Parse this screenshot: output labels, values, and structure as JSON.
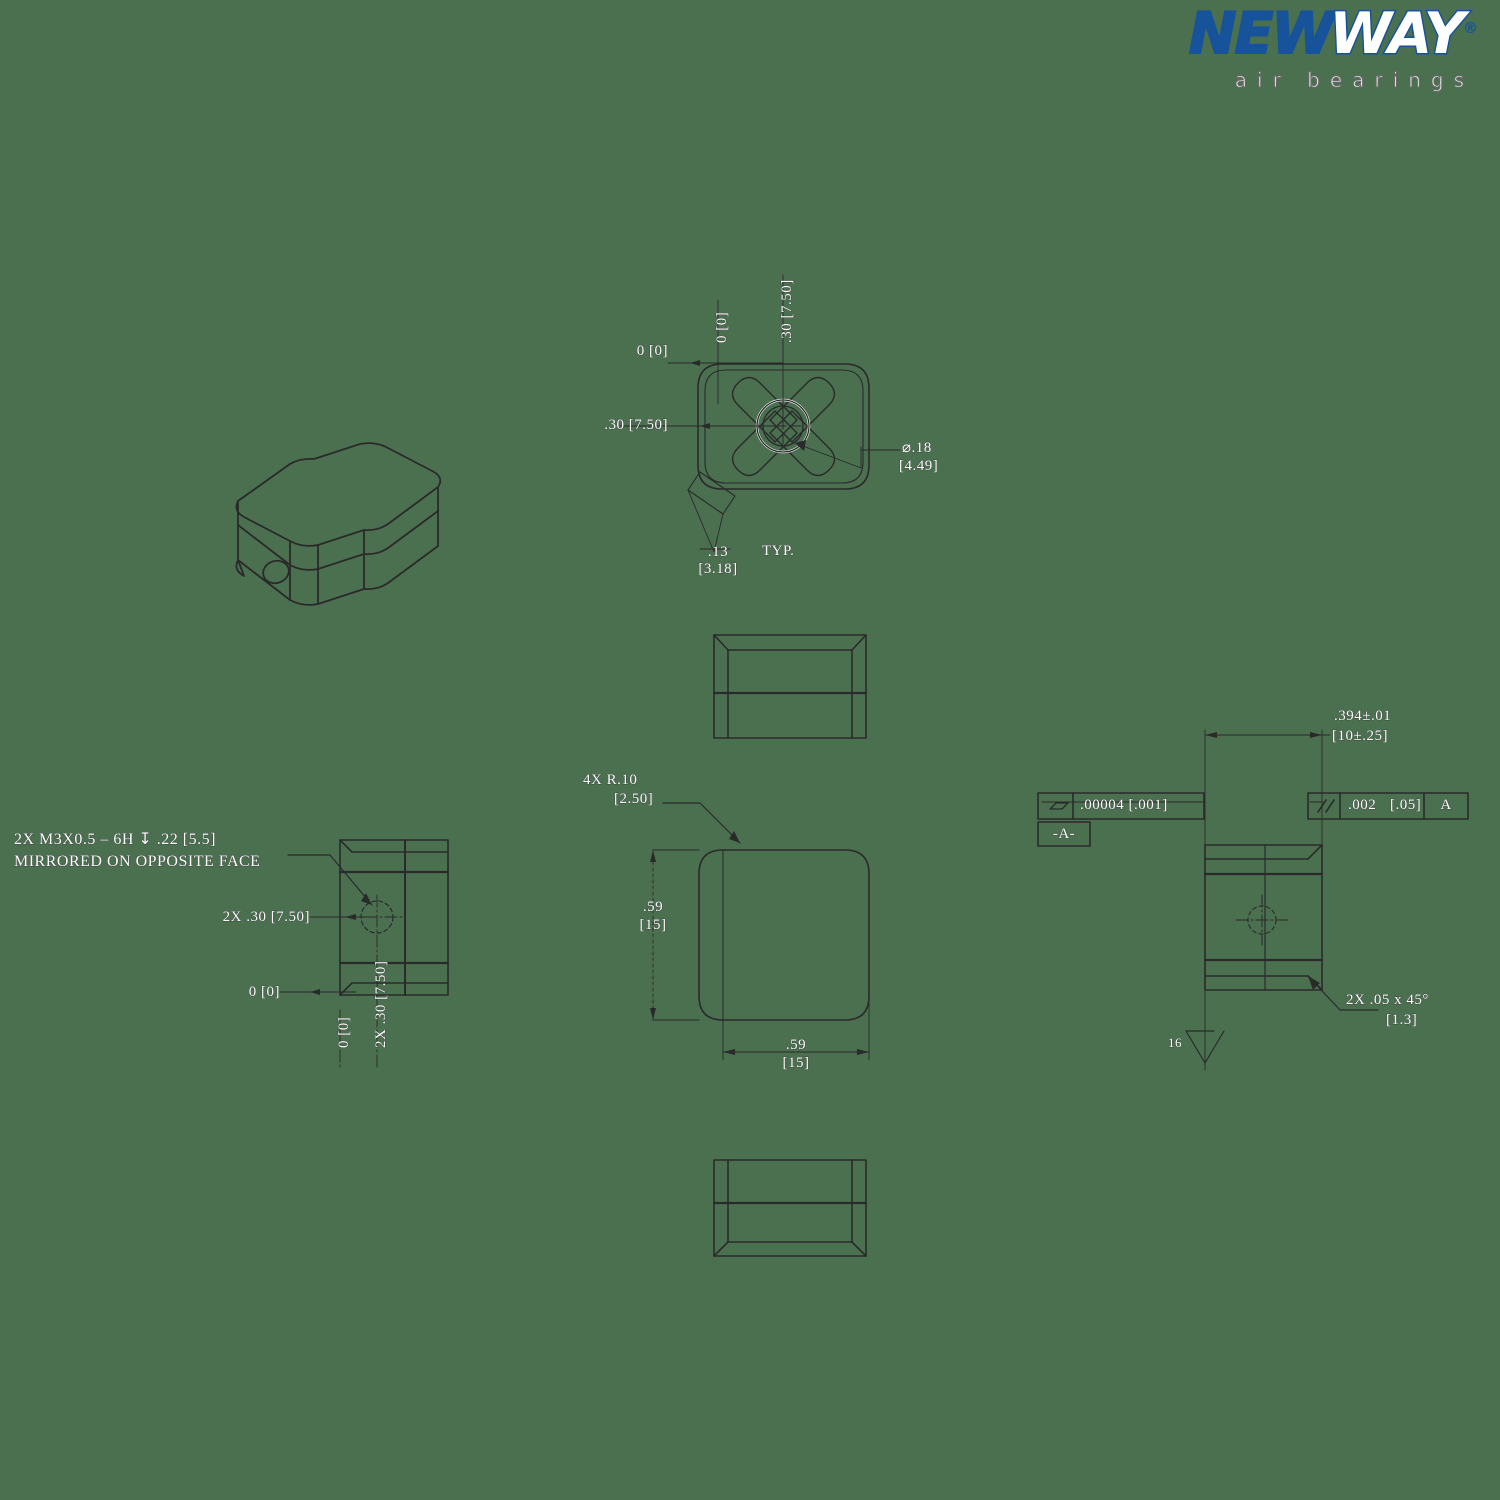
{
  "logo": {
    "brand_part1": "NEW",
    "brand_part2": "WAY",
    "registered_mark": "®",
    "tagline": "air bearings",
    "brand_color": "#16539b",
    "tagline_color": "#ffffff"
  },
  "sheet": {
    "background_color": "#4a7050",
    "line_color": "#2a2a2a",
    "text_color": "#ffffff"
  },
  "views": {
    "isometric": {
      "name": "isometric-view"
    },
    "top": {
      "name": "top-view"
    },
    "side_upper": {
      "name": "side-elevation-upper"
    },
    "side_lower": {
      "name": "side-elevation-lower"
    },
    "front": {
      "name": "front-view"
    },
    "detail_left": {
      "name": "partial-section-view"
    },
    "section_right": {
      "name": "section-view"
    }
  },
  "annotations": {
    "top_view": {
      "datum_zero_vertical": "0 [0]",
      "dim_30_vertical": ".30 [7.50]",
      "datum_zero_horizontal": "0 [0]",
      "dim_30_horizontal": ".30 [7.50]",
      "hole_diameter_line1": "⌀.18",
      "hole_diameter_line2": "[4.49]",
      "groove_width_line1": ".13",
      "groove_width_line2": "[3.18]",
      "groove_typ": "TYP."
    },
    "detail_left_view": {
      "thread_note_line1": "2X  M3X0.5 – 6H ↧ .22 [5.5]",
      "thread_note_line2": "MIRRORED ON OPPOSITE FACE",
      "thread_position": "2X  .30 [7.50]",
      "datum_zero": "0 [0]",
      "datum_zero_vertical": "0 [0]",
      "dim_30_vertical": "2X  .30 [7.50]"
    },
    "front_view": {
      "corner_radius_line1": "4X   R.10",
      "corner_radius_line2": "[2.50]",
      "height_line1": ".59",
      "height_line2": "[15]",
      "width_line1": ".59",
      "width_line2": "[15]"
    },
    "section_right_view": {
      "thickness_line1": ".394±.01",
      "thickness_line2": "[10±.25]",
      "flatness_symbol": "flatness-icon",
      "flatness_value": ".00004 [.001]",
      "datum_label": "-A-",
      "parallelism_symbol": "parallelism-icon",
      "parallelism_value": ".002",
      "parallelism_value_mm": "[.05]",
      "parallelism_datum": "A",
      "chamfer_line1": "2X     .05    x  45°",
      "chamfer_line2": "[1.3]",
      "surface_finish": "16"
    }
  }
}
